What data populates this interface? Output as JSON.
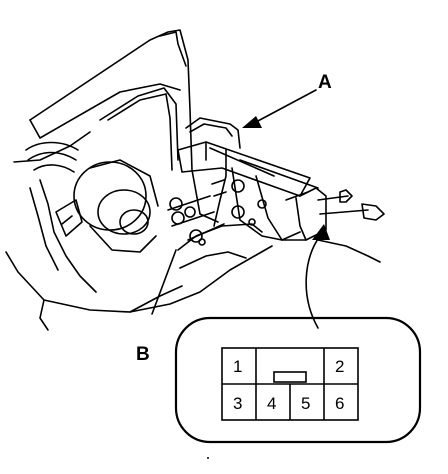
{
  "callouts": {
    "a": "A",
    "b": "B"
  },
  "connector": {
    "pins_top": [
      "1",
      "2"
    ],
    "pins_bottom": [
      "3",
      "4",
      "5",
      "6"
    ]
  }
}
